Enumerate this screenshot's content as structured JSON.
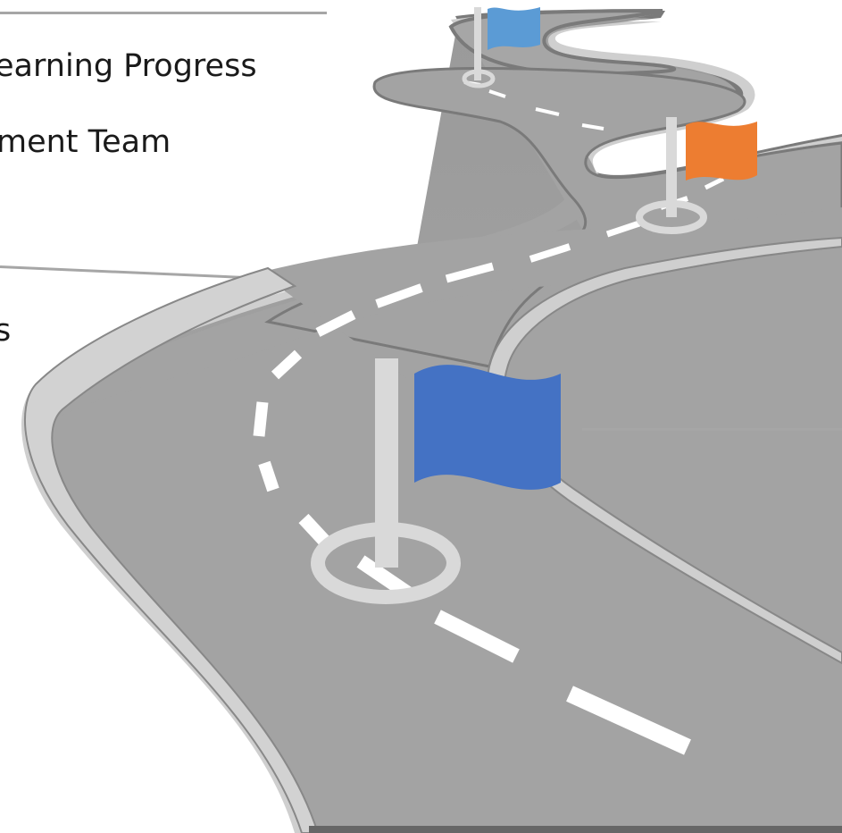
{
  "captions": {
    "line1": "earning Progress",
    "line2": "ment Team",
    "line3": "s"
  },
  "colors": {
    "road": "#a3a3a3",
    "road_shoulder": "#c8c8c8",
    "road_edge": "#777777",
    "lane_marking": "#ffffff",
    "flag_small": "#5b9bd5",
    "flag_orange": "#ed7d31",
    "flag_large": "#4472c4",
    "flag_pole": "#d9d9d9",
    "guide_line": "#a6a6a6",
    "text": "#1a1a1a"
  },
  "icons": {
    "milestone_far": "flag-icon",
    "milestone_mid": "flag-icon",
    "milestone_near": "flag-icon"
  }
}
